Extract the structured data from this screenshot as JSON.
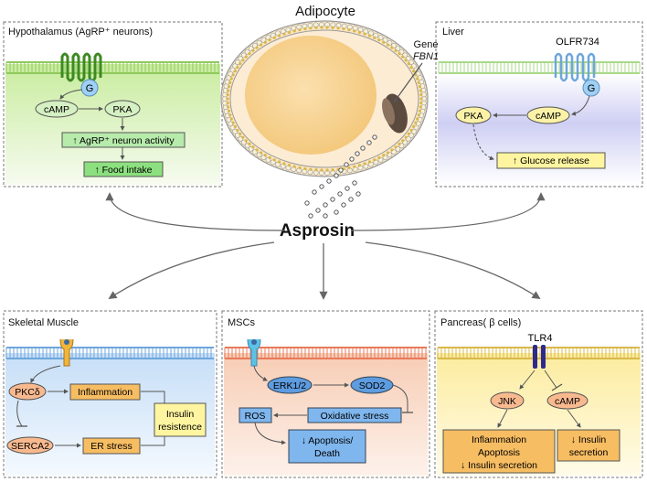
{
  "title": "Adipocyte",
  "gene": {
    "label": "Gene",
    "name": "FBN1"
  },
  "center_label": "Asprosin",
  "panels": {
    "hypothalamus": {
      "title": "Hypothalamus (AgRP⁺ neurons)",
      "receptor_label": "G",
      "nodes": {
        "camp": "cAMP",
        "pka": "PKA"
      },
      "boxes": {
        "activity": "↑ AgRP⁺ neuron activity",
        "food": "↑ Food intake"
      }
    },
    "liver": {
      "title": "Liver",
      "receptor_name": "OLFR734",
      "receptor_label": "G",
      "nodes": {
        "pka": "PKA",
        "camp": "cAMP"
      },
      "boxes": {
        "glucose": "↑ Glucose release"
      }
    },
    "muscle": {
      "title": "Skeletal Muscle",
      "nodes": {
        "pkc": "PKCδ",
        "serca": "SERCA2"
      },
      "boxes": {
        "inflammation": "Inflammation",
        "er": "ER stress",
        "insulin_1": "Insulin",
        "insulin_2": "resistence"
      }
    },
    "mscs": {
      "title": "MSCs",
      "nodes": {
        "erk": "ERK1/2",
        "sod": "SOD2"
      },
      "boxes": {
        "ros": "ROS",
        "oxidative": "Oxidative stress",
        "apoptosis_1": "↓ Apoptosis/",
        "apoptosis_2": "Death"
      }
    },
    "pancreas": {
      "title": "Pancreas( β cells)",
      "receptor_name": "TLR4",
      "nodes": {
        "jnk": "JNK",
        "camp": "cAMP"
      },
      "boxes": {
        "left_1": "Inflammation",
        "left_2": "Apoptosis",
        "left_3": "↓ Insulin secretion",
        "right_1": "↓ Insulin",
        "right_2": "secretion"
      }
    }
  },
  "colors": {
    "hypothalamus_bg": "#e2f4cf",
    "liver_bg": "#d9d9f6",
    "muscle_bg": "#d6e8f8",
    "mscs_bg": "#f9d7c2",
    "pancreas_bg": "#fdf2bf",
    "node_green": "#d5f0c2",
    "node_yellow": "#fbf2a8",
    "node_blue": "#5e9ce0",
    "node_orange": "#f8b98f",
    "box_green": "#8ce07f",
    "box_yellow": "#fff5a0",
    "box_orange": "#f7bd62",
    "box_blue": "#7fb6ee",
    "cell_fill": "#f9d7a0",
    "nucleus_fill": "#f6cf8c"
  }
}
